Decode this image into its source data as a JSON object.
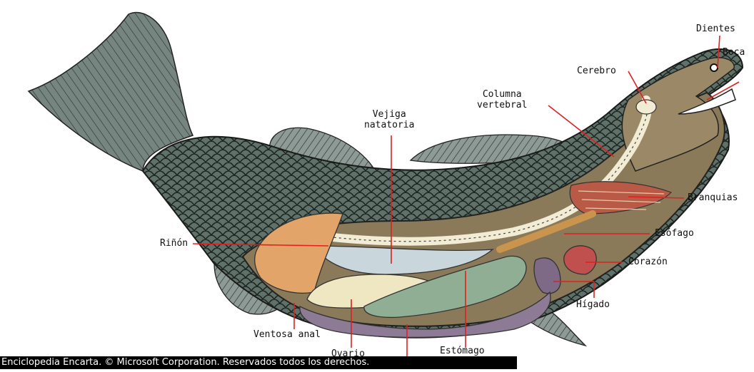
{
  "labels": {
    "dientes": "Dientes",
    "boca": "Boca",
    "cerebro": "Cerebro",
    "columna": "Columna\nvertebral",
    "vejiga": "Vejiga\nnatatoria",
    "branquias": "Branquias",
    "rinon": "Riñón",
    "esofago": "Esófago",
    "corazon": "Corazón",
    "higado": "Hígado",
    "ventosa": "Ventosa anal",
    "ovario": "Ovario",
    "estomago": "Estómago"
  },
  "credit": "Enciclopedia Encarta. © Microsoft Corporation. Reservados todos los derechos.",
  "colors": {
    "leader_line": "#e02020",
    "scales": "#55665e",
    "fin": "#7c8a84",
    "body_cavity": "#8a7a5a",
    "swim_bladder": "#c9d6dc",
    "kidney": "#e3a46a",
    "stomach": "#8fae94",
    "intestine": "#8d7a95",
    "liver": "#7e6a86",
    "heart": "#c0504d",
    "gills": "#b85a46",
    "ovary": "#efe6c2",
    "spine": "#f2ecd4"
  }
}
